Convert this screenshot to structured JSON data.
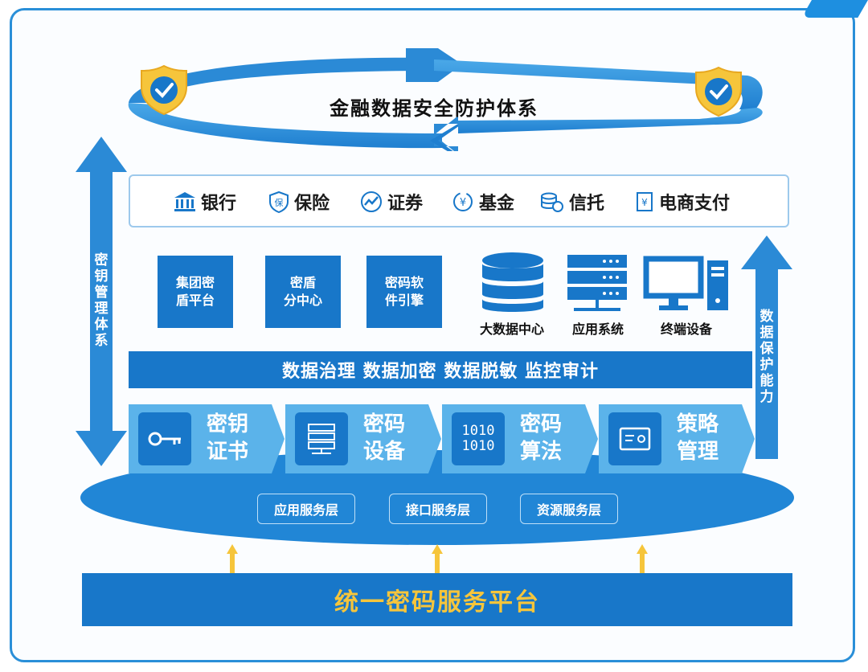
{
  "title": "金融数据安全防护体系",
  "industries": [
    {
      "label": "银行",
      "icon": "bank-icon"
    },
    {
      "label": "保险",
      "icon": "insurance-shield-icon",
      "glyph": "保"
    },
    {
      "label": "证券",
      "icon": "stock-chart-icon"
    },
    {
      "label": "基金",
      "icon": "yen-coin-icon",
      "glyph": "¥"
    },
    {
      "label": "信托",
      "icon": "coin-stack-icon"
    },
    {
      "label": "电商支付",
      "icon": "yen-receipt-icon",
      "glyph": "¥"
    }
  ],
  "left_axis_label": "密钥管理体系",
  "right_axis_label": "数据保护能力",
  "products": [
    {
      "line1": "集团密",
      "line2": "盾平台"
    },
    {
      "line1": "密盾",
      "line2": "分中心"
    },
    {
      "line1": "密码软",
      "line2": "件引擎"
    }
  ],
  "devices": [
    {
      "label": "大数据中心",
      "icon": "database-icon"
    },
    {
      "label": "应用系统",
      "icon": "server-rack-icon"
    },
    {
      "label": "终端设备",
      "icon": "desktop-computer-icon"
    }
  ],
  "governance": "数据治理 数据加密 数据脱敏 监控审计",
  "capabilities": [
    {
      "line1": "密钥",
      "line2": "证书",
      "icon": "key-icon"
    },
    {
      "line1": "密码",
      "line2": "设备",
      "icon": "server-device-icon"
    },
    {
      "line1": "密码",
      "line2": "算法",
      "icon": "binary-code-icon",
      "glyph": "1010\n1010"
    },
    {
      "line1": "策略",
      "line2": "管理",
      "icon": "policy-panel-icon"
    }
  ],
  "service_layers": [
    "应用服务层",
    "接口服务层",
    "资源服务层"
  ],
  "platform": "统一密码服务平台",
  "colors": {
    "primary": "#1877c9",
    "light": "#5bb3ea",
    "accent": "#f6c53b",
    "ring": "#2a8fd8"
  }
}
